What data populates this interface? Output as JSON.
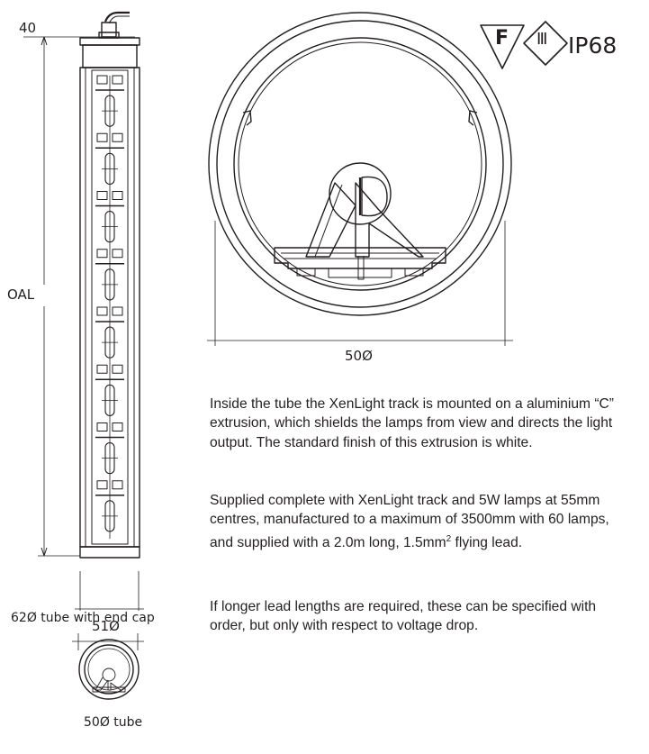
{
  "dimensions": {
    "top_cap_width": "40",
    "overall_length": "OAL",
    "tube_diameter_side": "51Ø",
    "end_cap_label": "62Ø tube with end cap",
    "small_tube_label": "50Ø tube",
    "cross_section_diameter": "50Ø"
  },
  "certifications": {
    "f_mark": "F",
    "class_mark": "Ⅲ",
    "ip_rating": "IP68"
  },
  "description": {
    "para1": "Inside the tube the XenLight track is mounted on a aluminium “C” extrusion, which shields the lamps from view and directs the light output. The standard finish of this extrusion is white.",
    "para2_a": "Supplied complete with XenLight track and 5W lamps at 55mm centres, manufactured to a maximum of 3500mm with 60 lamps, and supplied with a 2.0m long, 1.5mm",
    "para2_sup": "2",
    "para2_b": " flying lead.",
    "para3": "If longer lead lengths are required, these can be specified with order, but only with respect to voltage drop."
  },
  "lamp_count_drawn": 8,
  "colors": {
    "ink": "#231f20"
  }
}
